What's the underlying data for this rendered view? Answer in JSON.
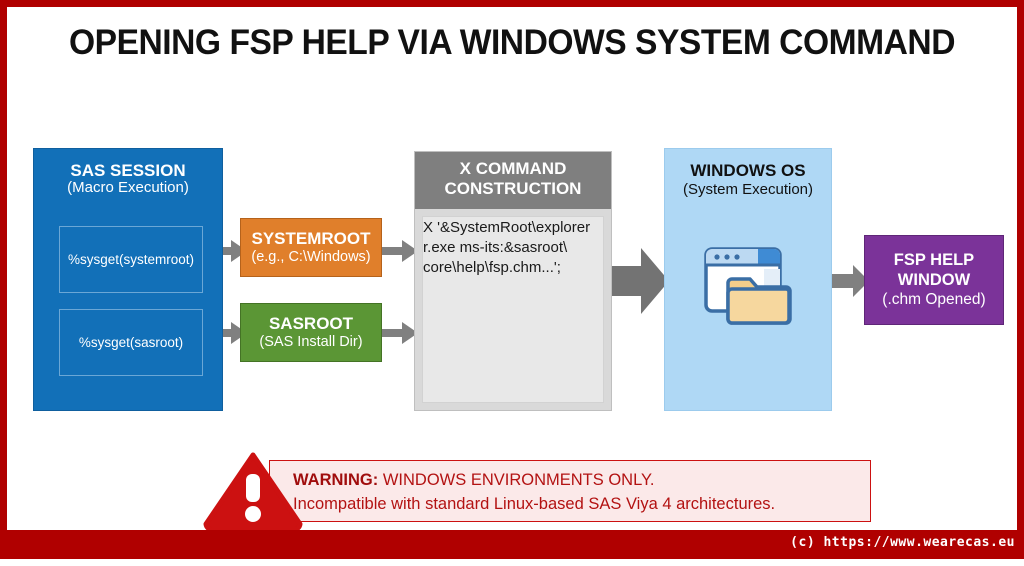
{
  "page": {
    "title": "OPENING FSP HELP VIA WINDOWS SYSTEM COMMAND",
    "frame_color": "#b00000",
    "background": "#ffffff"
  },
  "diagram": {
    "sas_session": {
      "title": "SAS SESSION",
      "subtitle": "(Macro Execution)",
      "color": "#1270b8",
      "macros": [
        {
          "label": "%sysget(systemroot)"
        },
        {
          "label": "%sysget(sasroot)"
        }
      ]
    },
    "systemroot": {
      "title": "SYSTEMROOT",
      "subtitle": "(e.g., C:\\Windows)",
      "color": "#e07f2b"
    },
    "sasroot": {
      "title": "SASROOT",
      "subtitle": "(SAS Install Dir)",
      "color": "#5b9635"
    },
    "x_command": {
      "title_line1": "X COMMAND",
      "title_line2": "CONSTRUCTION",
      "header_color": "#7f7f7f",
      "body_color": "#d9d9d9",
      "command": "X '&SystemRoot\\explorer\nr.exe ms-its:&sasroot\\\ncore\\help\\fsp.chm...';"
    },
    "windows_os": {
      "title": "WINDOWS OS",
      "subtitle": "(System Execution)",
      "color": "#afd8f5",
      "icon": "file-explorer-icon"
    },
    "fsp_help": {
      "line1": "FSP HELP",
      "line2": "WINDOW",
      "line3": "(.chm Opened)",
      "color": "#7b3399"
    },
    "arrow_color": "#808080"
  },
  "warning": {
    "icon": "warning-triangle-icon",
    "strong": "WARNING:",
    "headline": " WINDOWS ENVIRONMENTS ONLY.",
    "detail": "Incompatible with standard Linux-based SAS Viya 4 architectures.",
    "accent_color": "#cc1111"
  },
  "footer": {
    "credit": "(c) https://www.wearecas.eu"
  }
}
